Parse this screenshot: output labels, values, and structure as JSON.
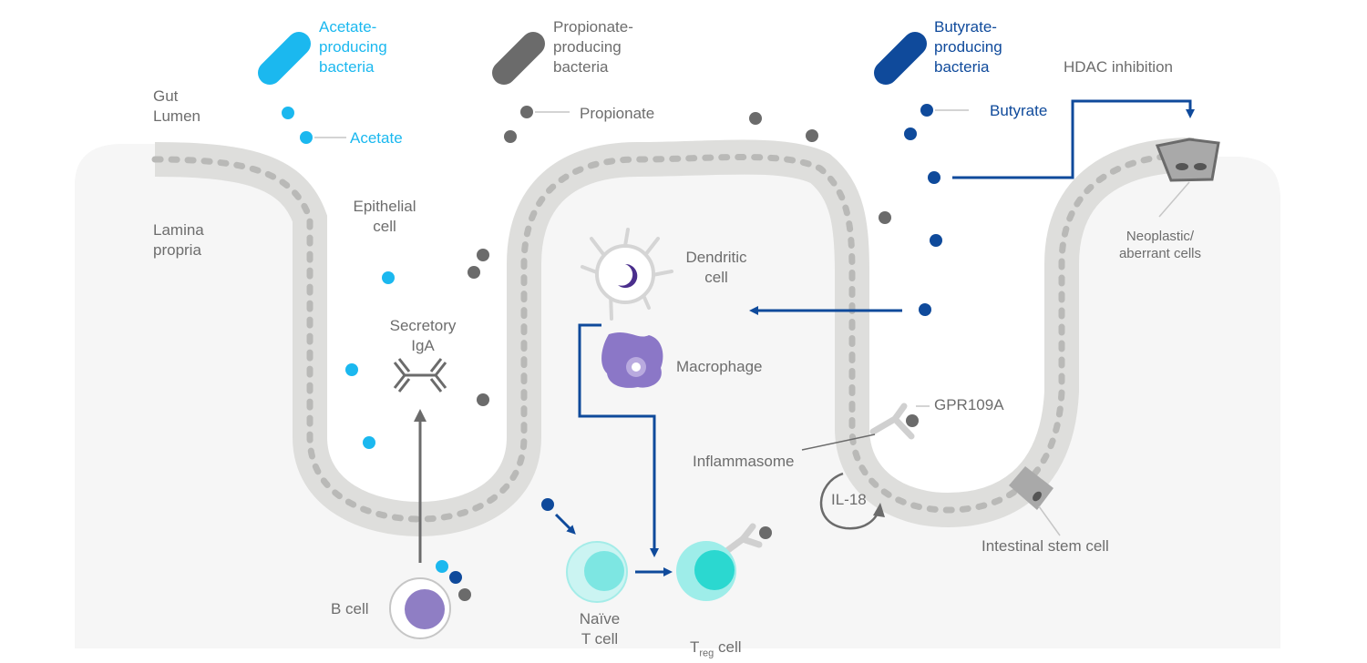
{
  "colors": {
    "acetate": "#1bb8ef",
    "propionate": "#6b6b6b",
    "butyrate": "#0f4a9b",
    "tissue": "#f6f6f6",
    "epithelium": "#dededc",
    "label": "#6d6d6d",
    "macrophage": "#8b77c7",
    "naive_t": "#7de6e2",
    "treg": "#2bd8d0",
    "b_cell": "#8f7ec4"
  },
  "bacteria": {
    "acetate": "Acetate-\nproducing\nbacteria",
    "propionate": "Propionate-\nproducing\nbacteria",
    "butyrate": "Butyrate-\nproducing\nbacteria"
  },
  "metabolites": {
    "acetate": "Acetate",
    "propionate": "Propionate",
    "butyrate": "Butyrate"
  },
  "regions": {
    "gut_lumen": "Gut\nLumen",
    "lamina_propria": "Lamina\npropria"
  },
  "labels": {
    "epithelial_cell": "Epithelial\ncell",
    "secretory_iga": "Secretory\nIgA",
    "dendritic_cell": "Dendritic\ncell",
    "macrophage": "Macrophage",
    "hdac_inhibition": "HDAC inhibition",
    "neoplastic_cells": "Neoplastic/\naberrant cells",
    "gpr109a": "GPR109A",
    "inflammasome": "Inflammasome",
    "il18": "IL-18",
    "intestinal_stem_cell": "Intestinal stem cell",
    "b_cell": "B cell",
    "naive_t_cell": "Naïve\nT cell",
    "treg_cell_main": "T",
    "treg_cell_sub": "reg",
    "treg_cell_suffix": " cell"
  }
}
